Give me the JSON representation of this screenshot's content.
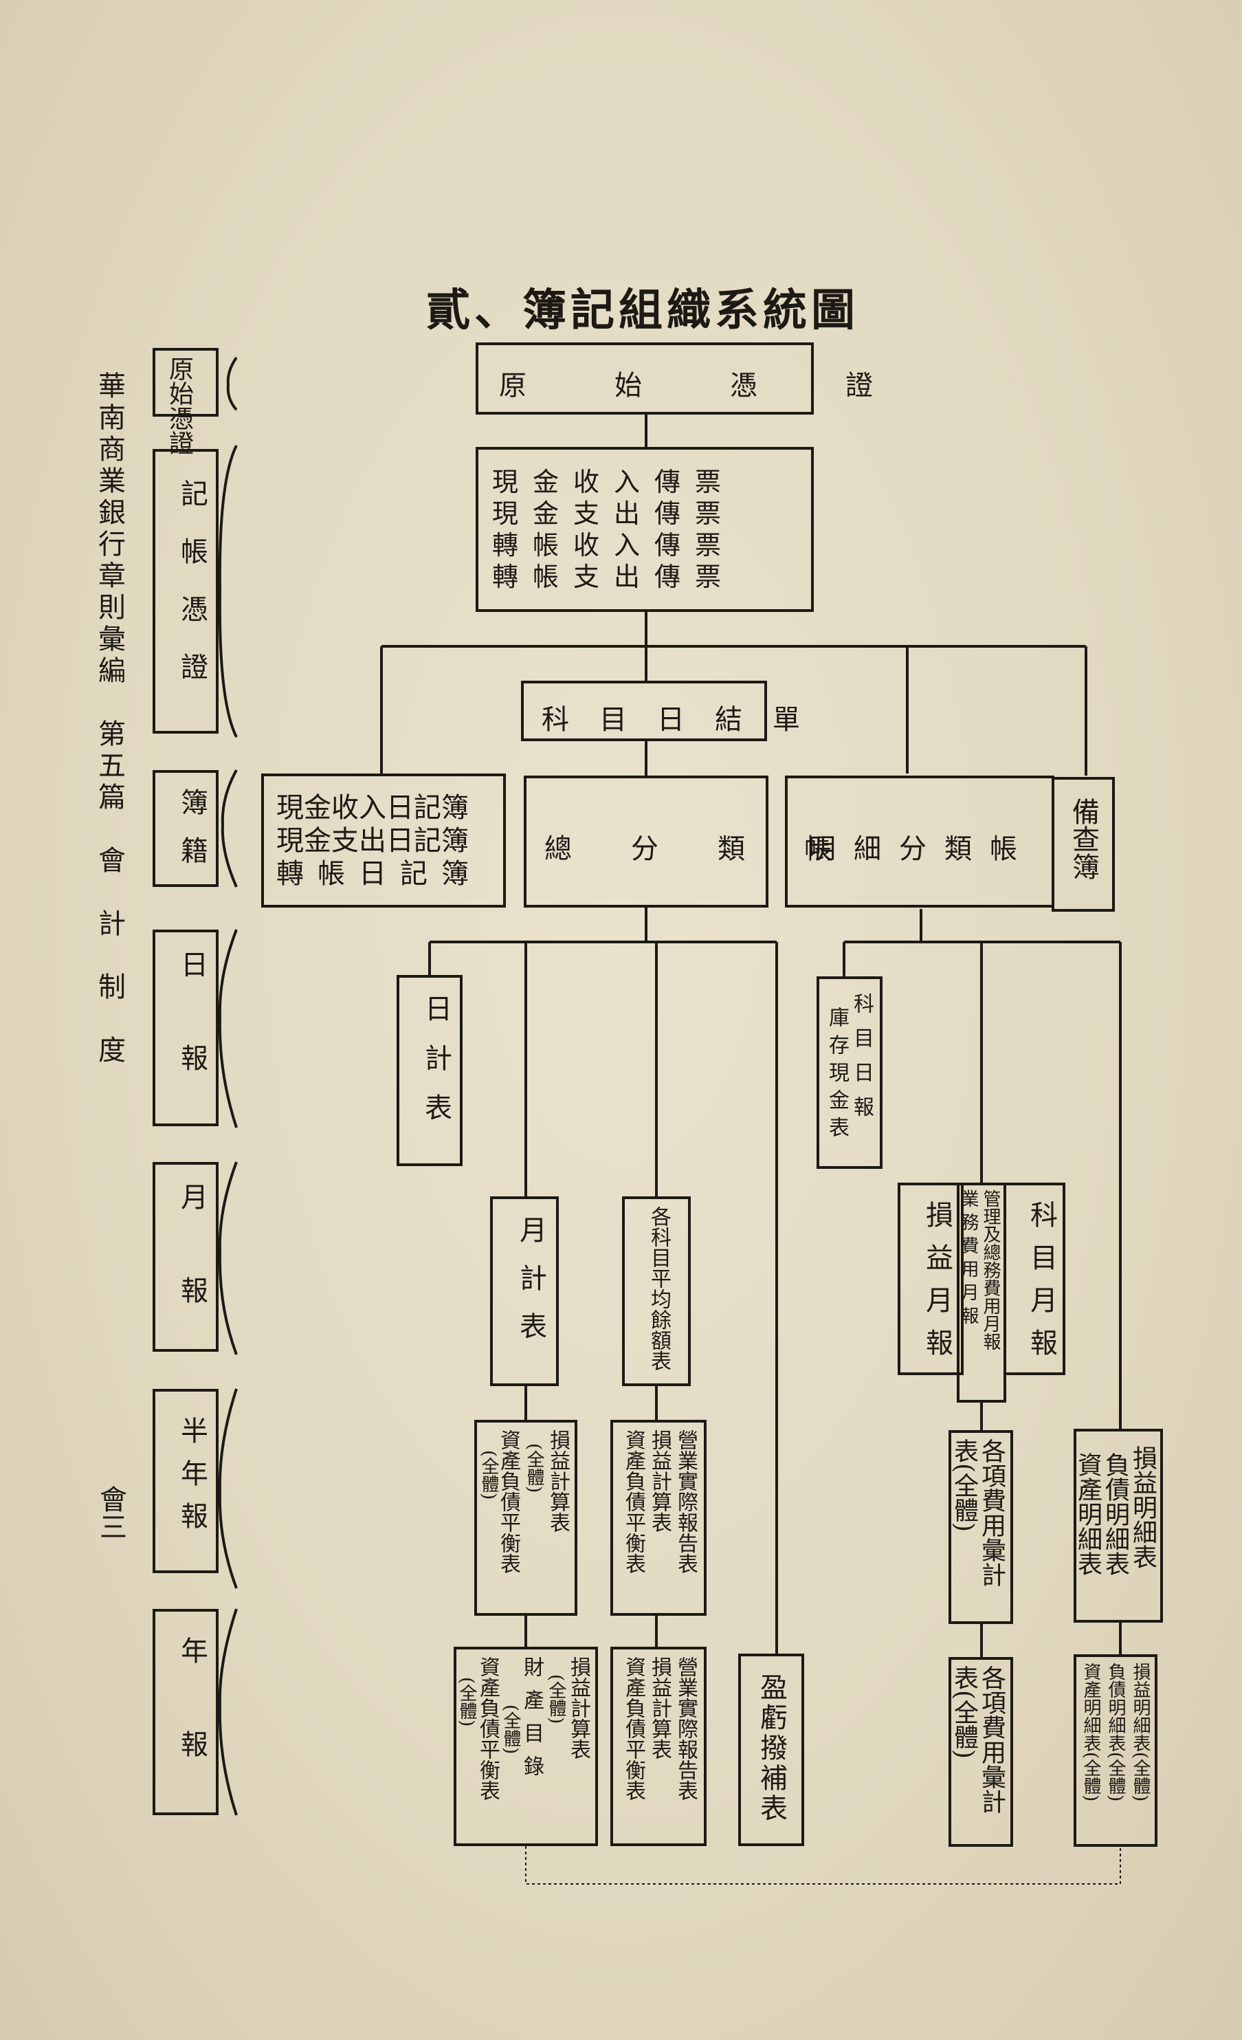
{
  "title": "貳、簿記組織系統圖",
  "side_text": "華南商業銀行章則彙編　第五篇　會　計　制　度",
  "page_number": "會三",
  "levels": {
    "original_voucher": "原始憑證",
    "bookkeeping_voucher": "記帳憑證",
    "books": "簿籍",
    "daily": "日報",
    "monthly": "月報",
    "semiannual": "半年報",
    "annual": "年報"
  },
  "boxes": {
    "original_voucher_box": "原　　　始　　　憑　　　證",
    "vouchers": [
      "現金收入傳票",
      "現金支出傳票",
      "轉帳收入傳票",
      "轉帳支出傳票"
    ],
    "daily_summary": "科　目　日　結　單",
    "journals": [
      "現金收入日記簿",
      "現金支出日記簿",
      "轉帳日記簿"
    ],
    "general_ledger": "總　　分　　類　　帳",
    "subsidiary_ledger": "明細分類帳",
    "memo_book": "備查簿",
    "daily_statement": "日計表",
    "cash_report": [
      "科目日報",
      "庫存現金表"
    ],
    "monthly_statement": "月計表",
    "avg_balance": "各科目平均餘額表",
    "pl_monthly": "損益月報",
    "expense_monthly": [
      "管理及總務費用月報",
      "業務費用月報"
    ],
    "account_monthly": "科目月報",
    "semi_pl_bs": [
      "損益計算表",
      "(全體)",
      "資產負債平衡表",
      "(全體)"
    ],
    "semi_operating": [
      "營業實際報告表",
      "損益計算表",
      "資產負債平衡表"
    ],
    "semi_expense": [
      "各項費用彙計",
      "表(全體)"
    ],
    "semi_detail": [
      "損益明細表",
      "負債明細表",
      "資產明細表"
    ],
    "annual_pl_bs": [
      "損益計算表",
      "(全體)",
      "財產目錄",
      "(全體)",
      "資產負債平衡表",
      "(全體)"
    ],
    "annual_operating": [
      "營業實際報告表",
      "損益計算表",
      "資產負債平衡表"
    ],
    "surplus": "盈虧撥補表",
    "annual_expense": [
      "各項費用彙計",
      "表(全體)"
    ],
    "annual_detail": [
      "損益明細表(全體)",
      "負債明細表(全體)",
      "資產明細表(全體)"
    ]
  }
}
